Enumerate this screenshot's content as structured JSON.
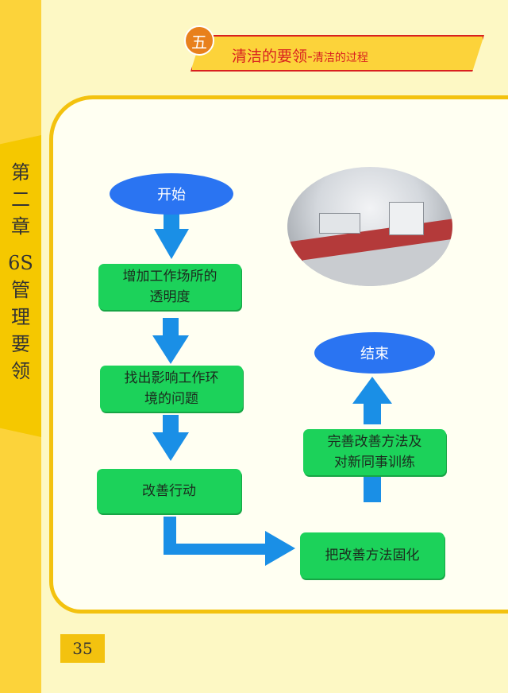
{
  "chapter": {
    "chars_top": [
      "第",
      "二",
      "章"
    ],
    "chars_bottom": [
      "6S",
      "管",
      "理",
      "要",
      "领"
    ]
  },
  "title": {
    "number": "五",
    "main": "清洁的要领",
    "separator": "-",
    "sub": "清洁的过程"
  },
  "flow": {
    "start": "开始",
    "step1_line1": "增加工作场所的",
    "step1_line2": "透明度",
    "step2_line1": "找出影响工作环",
    "step2_line2": "境的问题",
    "step3": "改善行动",
    "step4": "把改善方法固化",
    "step5_line1": "完善改善方法及",
    "step5_line2": "对新同事训练",
    "end": "结束"
  },
  "colors": {
    "start_end": "#2a74f2",
    "box": "#1cd25a",
    "arrow": "#1a8fe6",
    "accent": "#d9201f",
    "frame": "#f3c20f"
  },
  "page_number": "35"
}
